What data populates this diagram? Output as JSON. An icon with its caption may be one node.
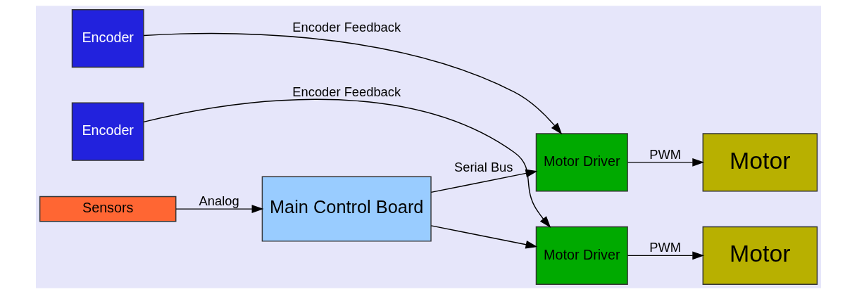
{
  "diagram": {
    "nodes": [
      {
        "text": [
          "Main Control Board"
        ]
      },
      {
        "text": [
          "Sensors"
        ]
      },
      {
        "text": [
          "Motor Driver"
        ]
      },
      {
        "text": [
          "Motor"
        ]
      },
      {
        "text": [
          "Encoder"
        ]
      },
      {
        "text": [
          "Motor Driver"
        ]
      },
      {
        "text": [
          "Motor"
        ]
      },
      {
        "text": [
          "Encoder"
        ]
      }
    ],
    "edges": [
      {
        "from": 1,
        "to": 0,
        "arrow": "to",
        "label": "Analog"
      },
      {
        "from": 0,
        "to": 2,
        "arrow": "to",
        "label": "Serial Bus"
      },
      {
        "from": 0,
        "to": 5,
        "arrow": "to"
      },
      {
        "from": 2,
        "to": 3,
        "arrow": "to",
        "label": "PWM"
      },
      {
        "from": 4,
        "to": 2,
        "arrow": "to",
        "label": "Encoder Feedback"
      },
      {
        "from": 5,
        "to": 6,
        "arrow": "to",
        "label": "PWM"
      },
      {
        "from": 7,
        "to": 5,
        "arrow": "to",
        "label": "Encoder Feedback"
      }
    ]
  }
}
